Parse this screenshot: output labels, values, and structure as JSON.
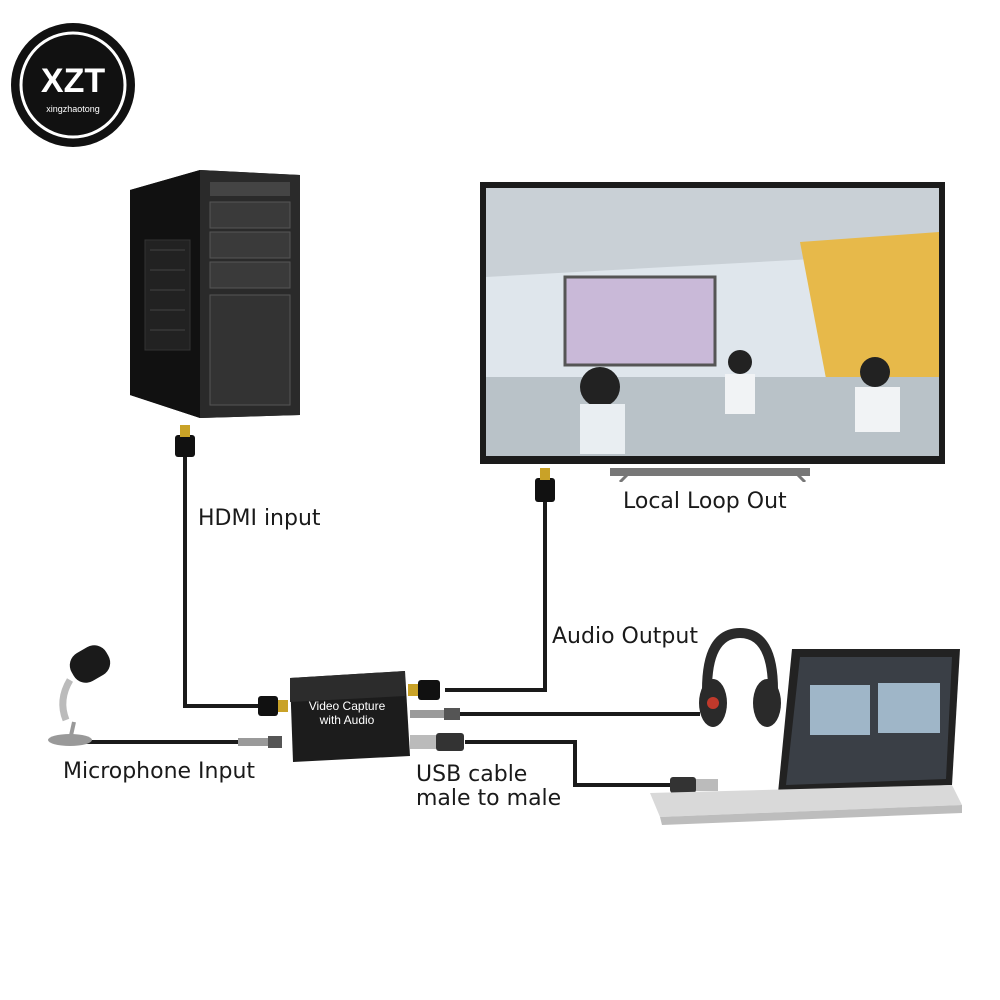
{
  "logo": {
    "initials": "XZT",
    "brand": "xingzhaotong"
  },
  "device": {
    "line1": "Video Capture",
    "line2": "with Audio"
  },
  "labels": {
    "hdmi_input": "HDMI input",
    "local_loop_out": "Local Loop Out",
    "audio_output": "Audio Output",
    "microphone_input": "Microphone Input",
    "usb_line1": "USB cable",
    "usb_line2": "male to male"
  },
  "icons": [
    "pc-tower-icon",
    "tv-monitor-icon",
    "microphone-icon",
    "headphones-icon",
    "laptop-icon",
    "hdmi-plug-icon",
    "audio-jack-icon",
    "usb-plug-icon"
  ]
}
